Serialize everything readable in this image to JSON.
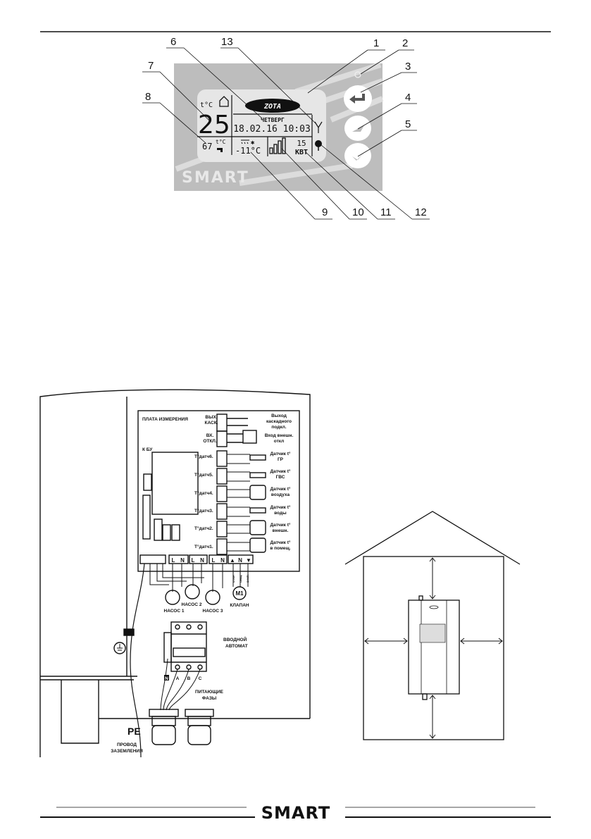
{
  "display": {
    "callouts": [
      "1",
      "2",
      "3",
      "4",
      "5",
      "6",
      "7",
      "8",
      "9",
      "10",
      "11",
      "12",
      "13"
    ],
    "logo": "ZOTA",
    "brand": "SMART",
    "room_temp_unit": "t°C",
    "room_temp": "25",
    "water_temp": "67",
    "water_temp_unit": "t°C",
    "day": "ЧЕТВЕРГ",
    "datetime": "18.02.16 10:03",
    "outdoor_temp": "-11°C",
    "power_value": "15",
    "power_unit": "КВТ"
  },
  "wiring": {
    "board_title": "ПЛАТА ИЗМЕРЕНИЯ",
    "out_cascade": [
      "ВЫХ.",
      "КАСК."
    ],
    "out_cascade_desc": [
      "Выход",
      "каскадного",
      "подкл."
    ],
    "in_off": [
      "ВХ.",
      "ОТКЛ."
    ],
    "in_off_desc": [
      "Вход внешн.",
      "откл"
    ],
    "k_bu": "К БУ",
    "sensors": [
      {
        "label": "T°датч6.",
        "desc": [
          "Датчик t°",
          "ГР"
        ]
      },
      {
        "label": "T°датч5.",
        "desc": [
          "Датчик t°",
          "ГВС"
        ]
      },
      {
        "label": "T°датч4.",
        "desc": [
          "Датчик t°",
          "воздуха"
        ]
      },
      {
        "label": "T°датч3.",
        "desc": [
          "Датчик t°",
          "воды"
        ]
      },
      {
        "label": "T°датч2.",
        "desc": [
          "Датчик t°",
          "внешн."
        ]
      },
      {
        "label": "T°датч1.",
        "desc": [
          "Датчик t°",
          "в помещ."
        ]
      }
    ],
    "terminals": [
      "L",
      "N",
      "L",
      "N",
      "L",
      "N",
      "▲",
      "N",
      "▼"
    ],
    "valve_wires": [
      "ОТКР.",
      "ОБЩ.",
      "ЗАКР."
    ],
    "pumps": [
      "НАСОС 1",
      "НАСОС 2",
      "НАСОС 3"
    ],
    "motor": "M1",
    "valve": "КЛАПАН",
    "breaker": [
      "ВВОДНОЙ",
      "АВТОМАТ"
    ],
    "phases_labels": [
      "N",
      "A",
      "B",
      "C"
    ],
    "phases": [
      "ПИТАЮЩИЕ",
      "ФАЗЫ"
    ],
    "pe": "PE",
    "ground_wire": [
      "ПРОВОД",
      "ЗАЗЕМЛЕНИЯ"
    ]
  },
  "footer": {
    "brand": "SMART"
  }
}
